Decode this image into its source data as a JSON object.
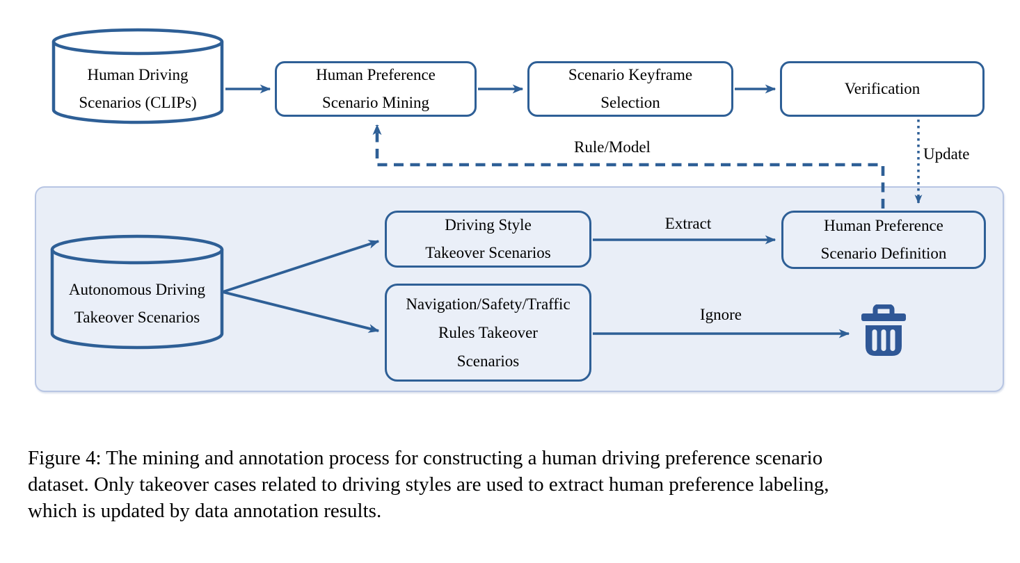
{
  "diagram": {
    "colors": {
      "stroke_blue": "#2e5f96",
      "panel_background": "#e9eef7",
      "panel_border": "#b7c5e3",
      "inner_node_background": "#eaeff8",
      "trash_icon_blue": "#2f5796",
      "text": "#000000"
    },
    "nodes": {
      "human_driving_db": {
        "line1": "Human Driving",
        "line2": "Scenarios (CLIPs)"
      },
      "mining": {
        "line1": "Human Preference",
        "line2": "Scenario Mining"
      },
      "keyframe": {
        "line1": "Scenario Keyframe",
        "line2": "Selection"
      },
      "verification": {
        "line1": "Verification"
      },
      "autonomous_db": {
        "line1": "Autonomous Driving",
        "line2": "Takeover Scenarios"
      },
      "driving_style": {
        "line1": "Driving Style",
        "line2": "Takeover Scenarios"
      },
      "navigation": {
        "line1": "Navigation/Safety/Traffic",
        "line2": "Rules Takeover",
        "line3": "Scenarios"
      },
      "definition": {
        "line1": "Human Preference",
        "line2": "Scenario Definition"
      }
    },
    "edge_labels": {
      "rule_model": "Rule/Model",
      "update": "Update",
      "extract": "Extract",
      "ignore": "Ignore"
    }
  },
  "figure": {
    "caption_lines": [
      "Figure 4: The mining and annotation process for constructing a human driving preference scenario",
      "dataset. Only takeover cases related to driving styles are used to extract human preference labeling,",
      "which is updated by data annotation results."
    ]
  }
}
